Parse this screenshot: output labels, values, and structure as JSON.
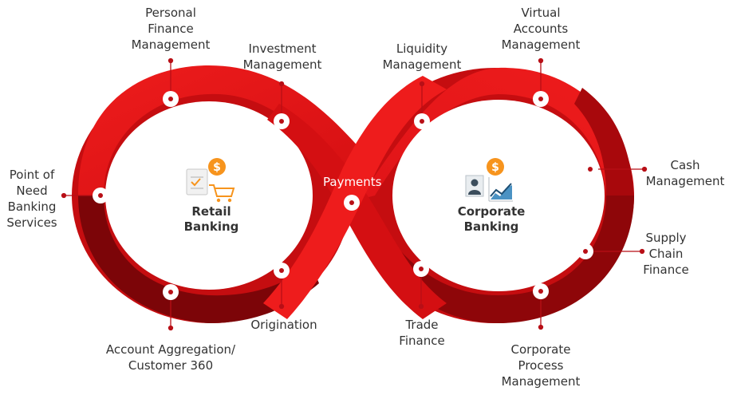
{
  "center_label": "Payments",
  "hubs": {
    "retail": {
      "title": "Retail\nBanking",
      "icon": "shopping-cart-icon"
    },
    "corporate": {
      "title": "Corporate\nBanking",
      "icon": "business-analytics-icon"
    }
  },
  "nodes": {
    "personal_finance": "Personal\nFinance\nManagement",
    "investment": "Investment\nManagement",
    "liquidity": "Liquidity\nManagement",
    "virtual_accounts": "Virtual\nAccounts\nManagement",
    "cash": "Cash\nManagement",
    "supply_chain": "Supply\nChain\nFinance",
    "corporate_process": "Corporate\nProcess\nManagement",
    "trade_finance": "Trade\nFinance",
    "origination": "Origination",
    "account_aggregation": "Account  Aggregation/\nCustomer 360",
    "point_of_need": "Point of\nNeed\nBanking\nServices"
  },
  "colors": {
    "red_light": "#ee1c1c",
    "red_mid": "#d40f12",
    "red_dark": "#a8080c",
    "red_darker": "#7c0508",
    "pin": "#b80f16",
    "text": "#333333",
    "coin": "#f7941d"
  }
}
